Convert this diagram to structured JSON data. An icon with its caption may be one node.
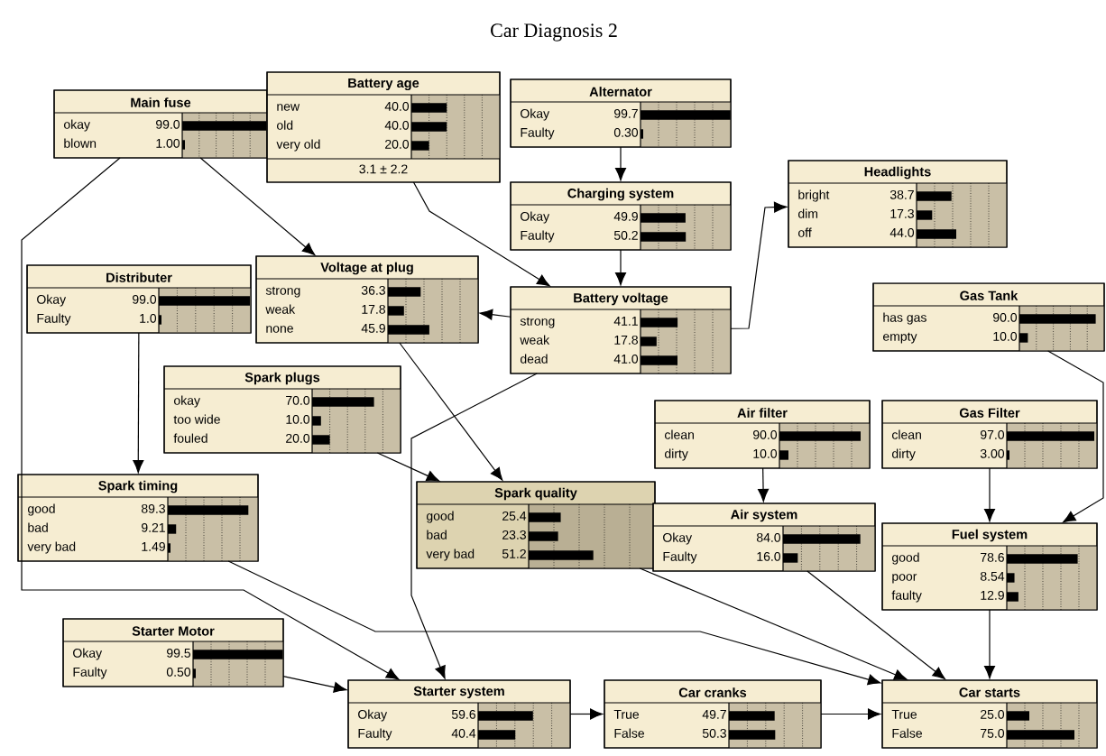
{
  "diagram": {
    "title": "Car Diagnosis 2",
    "nodes": [
      {
        "text": [
          "Main fuse",
          "okay",
          "99.0",
          "blown",
          "1.00"
        ]
      },
      {
        "text": [
          "Battery age",
          "new",
          "40.0",
          "old",
          "40.0",
          "very old",
          "20.0",
          "3.1 ± 2.2"
        ]
      },
      {
        "text": [
          "Alternator",
          "Okay",
          "99.7",
          "Faulty",
          "0.30"
        ]
      },
      {
        "text": [
          "Charging system",
          "Okay",
          "49.9",
          "Faulty",
          "50.2"
        ]
      },
      {
        "text": [
          "Headlights",
          "bright",
          "38.7",
          "dim",
          "17.3",
          "off",
          "44.0"
        ]
      },
      {
        "text": [
          "Distributer",
          "Okay",
          "99.0",
          "Faulty",
          "1.0"
        ]
      },
      {
        "text": [
          "Voltage at plug",
          "strong",
          "36.3",
          "weak",
          "17.8",
          "none",
          "45.9"
        ]
      },
      {
        "text": [
          "Battery voltage",
          "strong",
          "41.1",
          "weak",
          "17.8",
          "dead",
          "41.0"
        ]
      },
      {
        "text": [
          "Gas Tank",
          "has gas",
          "90.0",
          "empty",
          "10.0"
        ]
      },
      {
        "text": [
          "Spark plugs",
          "okay",
          "70.0",
          "too wide",
          "10.0",
          "fouled",
          "20.0"
        ]
      },
      {
        "text": [
          "Air filter",
          "clean",
          "90.0",
          "dirty",
          "10.0"
        ]
      },
      {
        "text": [
          "Gas Filter",
          "clean",
          "97.0",
          "dirty",
          "3.00"
        ]
      },
      {
        "text": [
          "Spark timing",
          "good",
          "89.3",
          "bad",
          "9.21",
          "very bad",
          "1.49"
        ]
      },
      {
        "text": [
          "Spark quality",
          "good",
          "25.4",
          "bad",
          "23.3",
          "very bad",
          "51.2"
        ]
      },
      {
        "text": [
          "Air system",
          "Okay",
          "84.0",
          "Faulty",
          "16.0"
        ]
      },
      {
        "text": [
          "Fuel system",
          "good",
          "78.6",
          "poor",
          "8.54",
          "faulty",
          "12.9"
        ]
      },
      {
        "text": [
          "Starter Motor",
          "Okay",
          "99.5",
          "Faulty",
          "0.50"
        ]
      },
      {
        "text": [
          "Starter system",
          "Okay",
          "59.6",
          "Faulty",
          "40.4"
        ]
      },
      {
        "text": [
          "Car cranks",
          "True",
          "49.7",
          "False",
          "50.3"
        ]
      },
      {
        "text": [
          "Car starts",
          "True",
          "25.0",
          "False",
          "75.0"
        ]
      }
    ],
    "edges": [
      {
        "from": 0,
        "to": 6,
        "arrow": "to"
      },
      {
        "from": 0,
        "to": 17,
        "arrow": "to"
      },
      {
        "from": 1,
        "to": 7,
        "arrow": "to"
      },
      {
        "from": 2,
        "to": 3,
        "arrow": "to"
      },
      {
        "from": 3,
        "to": 7,
        "arrow": "to"
      },
      {
        "from": 7,
        "to": 4,
        "arrow": "to"
      },
      {
        "from": 7,
        "to": 6,
        "arrow": "to"
      },
      {
        "from": 7,
        "to": 17,
        "arrow": "to"
      },
      {
        "from": 5,
        "to": 12,
        "arrow": "to"
      },
      {
        "from": 6,
        "to": 13,
        "arrow": "to"
      },
      {
        "from": 9,
        "to": 13,
        "arrow": "to"
      },
      {
        "from": 12,
        "to": 19,
        "arrow": "to"
      },
      {
        "from": 13,
        "to": 19,
        "arrow": "to"
      },
      {
        "from": 10,
        "to": 14,
        "arrow": "to"
      },
      {
        "from": 14,
        "to": 19,
        "arrow": "to"
      },
      {
        "from": 8,
        "to": 15,
        "arrow": "to"
      },
      {
        "from": 11,
        "to": 15,
        "arrow": "to"
      },
      {
        "from": 15,
        "to": 19,
        "arrow": "to"
      },
      {
        "from": 16,
        "to": 17,
        "arrow": "to"
      },
      {
        "from": 17,
        "to": 18,
        "arrow": "to"
      },
      {
        "from": 18,
        "to": 19,
        "arrow": "to"
      }
    ]
  }
}
